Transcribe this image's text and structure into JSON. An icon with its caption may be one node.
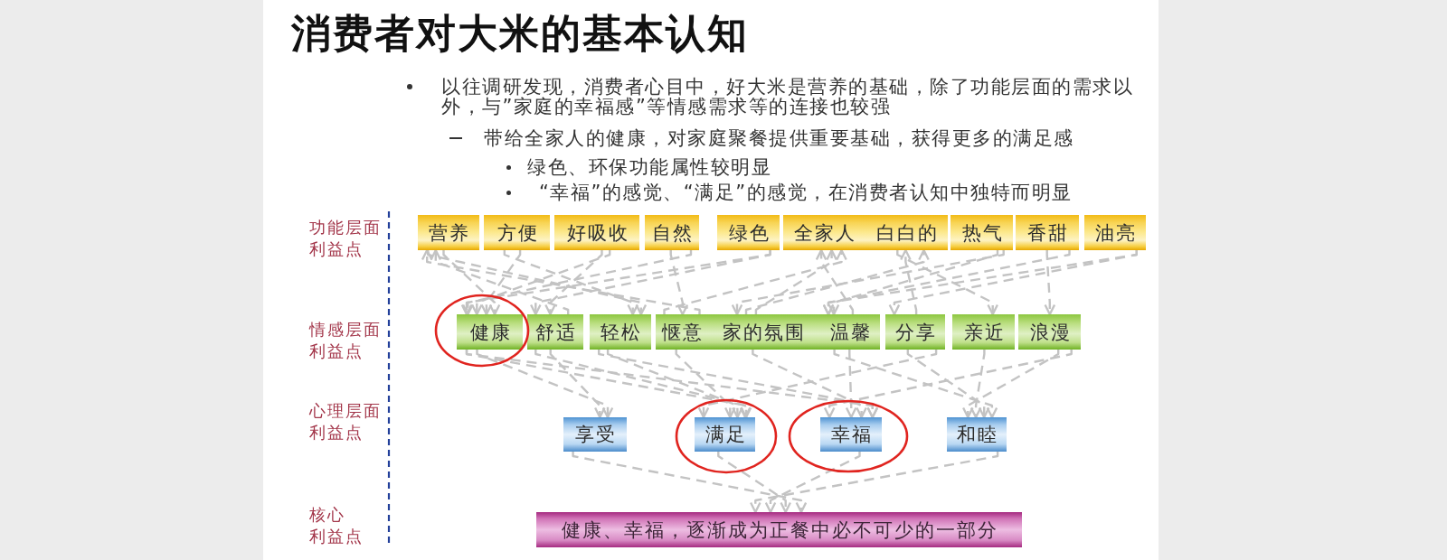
{
  "diagram": {
    "title": "消费者对大米的基本认知",
    "nodes": [
      {
        "text": [
          "营养"
        ]
      },
      {
        "text": [
          "方便"
        ]
      },
      {
        "text": [
          "好吸收"
        ]
      },
      {
        "text": [
          "自然"
        ]
      },
      {
        "text": [
          "绿色"
        ]
      },
      {
        "text": [
          "全家人"
        ]
      },
      {
        "text": [
          "白白的"
        ]
      },
      {
        "text": [
          "热气"
        ]
      },
      {
        "text": [
          "香甜"
        ]
      },
      {
        "text": [
          "油亮"
        ]
      },
      {
        "text": [
          "健康"
        ]
      },
      {
        "text": [
          "舒适"
        ]
      },
      {
        "text": [
          "轻松"
        ]
      },
      {
        "text": [
          "惬意"
        ]
      },
      {
        "text": [
          "家的氛围"
        ]
      },
      {
        "text": [
          "温馨"
        ]
      },
      {
        "text": [
          "分享"
        ]
      },
      {
        "text": [
          "亲近"
        ]
      },
      {
        "text": [
          "浪漫"
        ]
      },
      {
        "text": [
          "享受"
        ]
      },
      {
        "text": [
          "满足"
        ]
      },
      {
        "text": [
          "幸福"
        ]
      },
      {
        "text": [
          "和睦"
        ]
      },
      {
        "text": [
          "健康、幸福，逐渐成为正餐中必不可少的一部分"
        ]
      }
    ],
    "edges": [
      {
        "from": 0,
        "to": 10,
        "arrow": "to",
        "style": "dashed"
      },
      {
        "from": 0,
        "to": 12,
        "arrow": "to",
        "style": "dashed"
      },
      {
        "from": 1,
        "to": 10,
        "arrow": "to",
        "style": "dashed"
      },
      {
        "from": 1,
        "to": 12,
        "arrow": "to",
        "style": "dashed"
      },
      {
        "from": 2,
        "to": 10,
        "arrow": "to",
        "style": "dashed"
      },
      {
        "from": 2,
        "to": 11,
        "arrow": "to",
        "style": "dashed"
      },
      {
        "from": 3,
        "to": 10,
        "arrow": "to",
        "style": "dashed"
      },
      {
        "from": 3,
        "to": 13,
        "arrow": "to",
        "style": "dashed"
      },
      {
        "from": 4,
        "to": 10,
        "arrow": "to",
        "style": "dashed"
      },
      {
        "from": 4,
        "to": 11,
        "arrow": "to",
        "style": "dashed"
      },
      {
        "from": 11,
        "to": 0,
        "arrow": "to",
        "style": "dashed"
      },
      {
        "from": 13,
        "to": 0,
        "arrow": "to",
        "style": "dashed"
      },
      {
        "from": 13,
        "to": 5,
        "arrow": "to",
        "style": "dashed"
      },
      {
        "from": 14,
        "to": 5,
        "arrow": "to",
        "style": "dashed"
      },
      {
        "from": 15,
        "to": 5,
        "arrow": "to",
        "style": "dashed"
      },
      {
        "from": 14,
        "to": 6,
        "arrow": "to",
        "style": "dashed"
      },
      {
        "from": 16,
        "to": 6,
        "arrow": "to",
        "style": "dashed"
      },
      {
        "from": 7,
        "to": 15,
        "arrow": "to",
        "style": "dashed"
      },
      {
        "from": 7,
        "to": 14,
        "arrow": "to",
        "style": "dashed"
      },
      {
        "from": 8,
        "to": 18,
        "arrow": "to",
        "style": "dashed"
      },
      {
        "from": 8,
        "to": 15,
        "arrow": "to",
        "style": "dashed"
      },
      {
        "from": 9,
        "to": 16,
        "arrow": "to",
        "style": "dashed"
      },
      {
        "from": 9,
        "to": 15,
        "arrow": "to",
        "style": "dashed"
      },
      {
        "from": 6,
        "to": 17,
        "arrow": "to",
        "style": "dashed"
      },
      {
        "from": 10,
        "to": 19,
        "arrow": "to",
        "style": "dashed"
      },
      {
        "from": 10,
        "to": 20,
        "arrow": "to",
        "style": "dashed"
      },
      {
        "from": 10,
        "to": 21,
        "arrow": "to",
        "style": "dashed"
      },
      {
        "from": 11,
        "to": 19,
        "arrow": "to",
        "style": "dashed"
      },
      {
        "from": 11,
        "to": 20,
        "arrow": "to",
        "style": "dashed"
      },
      {
        "from": 12,
        "to": 20,
        "arrow": "to",
        "style": "dashed"
      },
      {
        "from": 12,
        "to": 21,
        "arrow": "to",
        "style": "dashed"
      },
      {
        "from": 13,
        "to": 20,
        "arrow": "to",
        "style": "dashed"
      },
      {
        "from": 14,
        "to": 21,
        "arrow": "to",
        "style": "dashed"
      },
      {
        "from": 15,
        "to": 21,
        "arrow": "to",
        "style": "dashed"
      },
      {
        "from": 15,
        "to": 22,
        "arrow": "to",
        "style": "dashed"
      },
      {
        "from": 16,
        "to": 20,
        "arrow": "to",
        "style": "dashed"
      },
      {
        "from": 16,
        "to": 22,
        "arrow": "to",
        "style": "dashed"
      },
      {
        "from": 17,
        "to": 22,
        "arrow": "to",
        "style": "dashed"
      },
      {
        "from": 18,
        "to": 21,
        "arrow": "to",
        "style": "dashed"
      },
      {
        "from": 18,
        "to": 22,
        "arrow": "to",
        "style": "dashed"
      },
      {
        "from": 19,
        "to": 23,
        "arrow": "to",
        "style": "dashed"
      },
      {
        "from": 20,
        "to": 23,
        "arrow": "to",
        "style": "dashed"
      },
      {
        "from": 21,
        "to": 23,
        "arrow": "to",
        "style": "dashed"
      },
      {
        "from": 22,
        "to": 23,
        "arrow": "to",
        "style": "dashed"
      }
    ],
    "labels": [
      "以往调研发现，消费者心目中，好大米是营养的基础，除了功能层面的需求以外，与”家庭的幸福感”等情感需求等的连接也较强",
      "带给全家人的健康，对家庭聚餐提供重要基础，获得更多的满足感",
      "绿色、环保功能属性较明显",
      "“幸福”的感觉、“满足”的感觉，在消费者认知中独特而明显",
      "功能层面",
      "利益点",
      "情感层面",
      "利益点",
      "心理层面",
      "利益点",
      "核心",
      "利益点"
    ]
  }
}
